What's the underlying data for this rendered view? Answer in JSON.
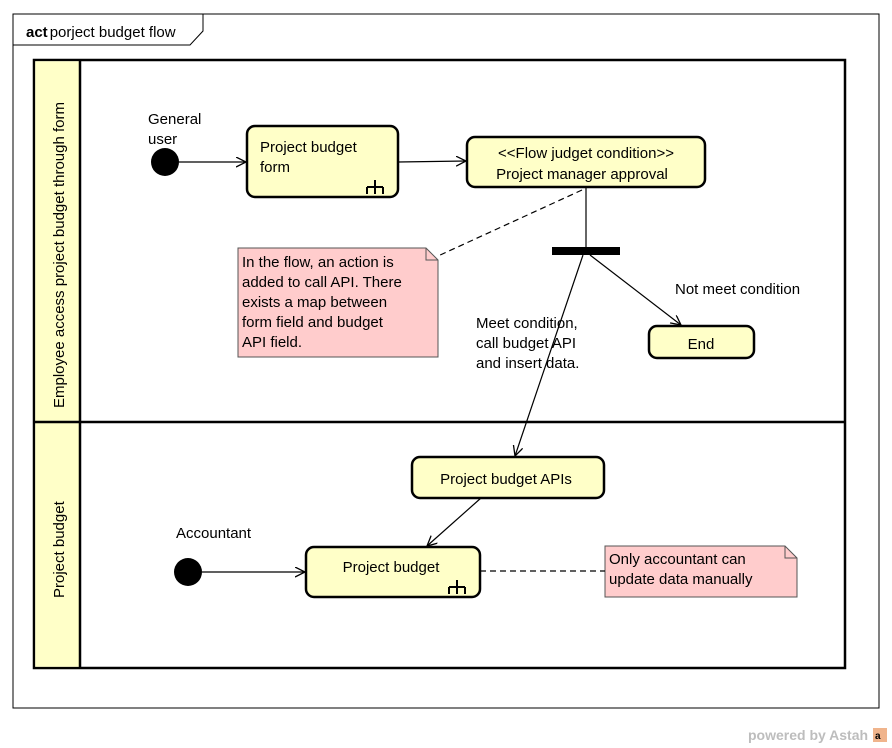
{
  "frame": {
    "keyword": "act",
    "title": "porject budget flow"
  },
  "lanes": [
    {
      "label": "Employee access project budget through form"
    },
    {
      "label": "Project budget"
    }
  ],
  "initial_nodes": [
    {
      "label": [
        "General",
        "user"
      ]
    },
    {
      "label": [
        "Accountant"
      ]
    }
  ],
  "actions": {
    "project_budget_form": {
      "lines": [
        "Project budget",
        "form"
      ],
      "has_subactivity": true
    },
    "flow_judge": {
      "lines": [
        "<<Flow judget condition>>",
        "Project manager approval"
      ]
    },
    "end": {
      "lines": [
        "End"
      ]
    },
    "budget_apis": {
      "lines": [
        "Project budget APIs"
      ]
    },
    "project_budget": {
      "lines": [
        "Project budget"
      ],
      "has_subactivity": true
    }
  },
  "edge_labels": {
    "not_meet": "Not meet condition",
    "meet": [
      "Meet condition,",
      "call budget API",
      "and insert data."
    ]
  },
  "notes": {
    "api_note": [
      "In the flow, an action is",
      "added to call API. There",
      "exists a map between",
      "form field and budget",
      "API field."
    ],
    "accountant_note": [
      "Only accountant can",
      "update data manually"
    ]
  },
  "colors": {
    "action_fill": "#ffffc8",
    "note_fill": "#ffcccc",
    "lane_header_fill": "#ffffc8"
  },
  "watermark": "powered by Astah"
}
